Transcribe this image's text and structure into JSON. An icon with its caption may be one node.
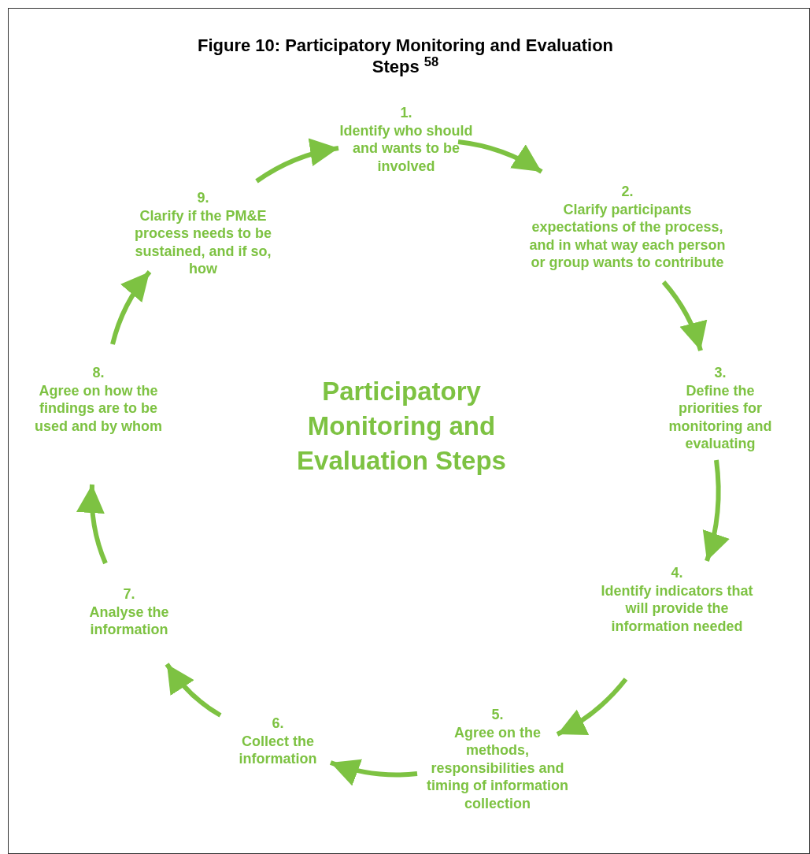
{
  "diagram": {
    "title": "Figure 10: Participatory Monitoring and Evaluation Steps $^{58}$",
    "nodes": [
      {
        "text": [
          "1.",
          "Identify who should and wants to be involved"
        ]
      },
      {
        "text": [
          "2.",
          "Clarify participants expectations of the process, and in what way each person or group wants to contribute"
        ]
      },
      {
        "text": [
          "3.",
          "Define the priorities for monitoring and evaluating"
        ]
      },
      {
        "text": [
          "4.",
          "Identify indicators that will provide the information needed"
        ]
      },
      {
        "text": [
          "5.",
          "Agree on the methods, responsibilities and timing of information collection"
        ]
      },
      {
        "text": [
          "6.",
          "Collect the information"
        ]
      },
      {
        "text": [
          "7.",
          "Analyse the information"
        ]
      },
      {
        "text": [
          "8.",
          "Agree on how the findings are to be used and by whom"
        ]
      },
      {
        "text": [
          "9.",
          "Clarify if the PM&E process needs to be sustained, and if so, how"
        ]
      }
    ],
    "edges": [
      {
        "from": 0,
        "to": 1,
        "arrow": "to"
      },
      {
        "from": 1,
        "to": 2,
        "arrow": "to"
      },
      {
        "from": 2,
        "to": 3,
        "arrow": "to"
      },
      {
        "from": 3,
        "to": 4,
        "arrow": "to"
      },
      {
        "from": 4,
        "to": 5,
        "arrow": "to"
      },
      {
        "from": 5,
        "to": 6,
        "arrow": "to"
      },
      {
        "from": 6,
        "to": 7,
        "arrow": "to"
      },
      {
        "from": 7,
        "to": 8,
        "arrow": "to"
      },
      {
        "from": 8,
        "to": 0,
        "arrow": "to"
      }
    ],
    "labels": [
      "Participatory Monitoring and Evaluation Steps"
    ]
  }
}
